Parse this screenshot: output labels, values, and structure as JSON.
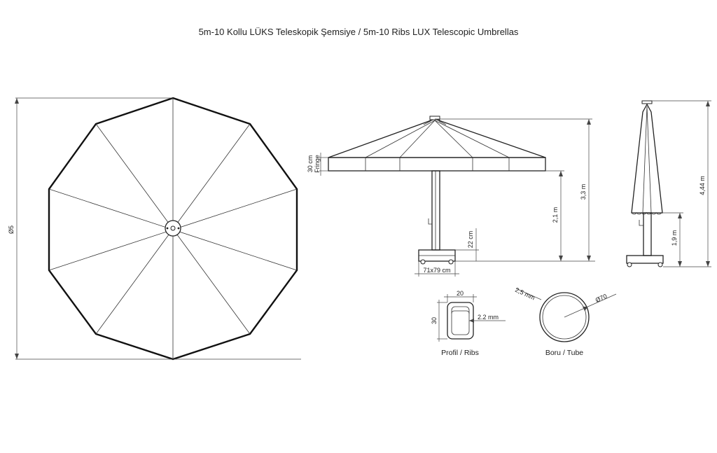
{
  "title": "5m-10 Kollu LÜKS Teleskopik Şemsiye /  5m-10 Ribs LUX Telescopic Umbrellas",
  "top_view": {
    "diameter_label": "Ø5"
  },
  "side_view": {
    "fringe_label": "Fringe",
    "fringe_height": "30 cm",
    "clearance_height": "2,1 m",
    "total_height": "3,3 m",
    "base_height": "22 cm",
    "base_size": "71x79 cm"
  },
  "closed_view": {
    "closed_clearance": "1,9 m",
    "closed_height": "4,44 m"
  },
  "profile": {
    "width": "20",
    "height": "30",
    "thickness": "2.2 mm",
    "caption": "Profil / Ribs"
  },
  "tube": {
    "thickness": "2,5 mm",
    "diameter": "Ø70",
    "caption": "Boru / Tube"
  }
}
